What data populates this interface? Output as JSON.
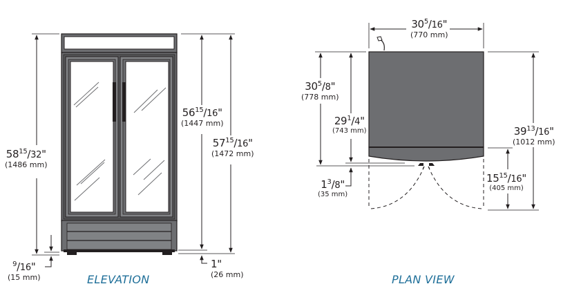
{
  "views": {
    "elevation": {
      "caption": "ELEVATION",
      "dimensions": {
        "overall_height": {
          "whole": "58",
          "num": "15",
          "den": "32",
          "mm": "(1486 mm)"
        },
        "cabinet_height": {
          "whole": "56",
          "num": "15",
          "den": "16",
          "mm": "(1447 mm)"
        },
        "height_incl_feet": {
          "whole": "57",
          "num": "15",
          "den": "16",
          "mm": "(1472 mm)"
        },
        "foot_left": {
          "whole": "",
          "num": "9",
          "den": "16",
          "mm": "(15 mm)"
        },
        "foot_right": {
          "whole": "1",
          "num": "",
          "den": "",
          "mm": "(26 mm)"
        }
      }
    },
    "plan": {
      "caption": "PLAN VIEW",
      "dimensions": {
        "width": {
          "whole": "30",
          "num": "5",
          "den": "16",
          "mm": "(770 mm)"
        },
        "depth_overall": {
          "whole": "30",
          "num": "5",
          "den": "8",
          "mm": "(778 mm)"
        },
        "depth_cabinet": {
          "whole": "29",
          "num": "1",
          "den": "4",
          "mm": "(743 mm)"
        },
        "handle_projection": {
          "whole": "1",
          "num": "3",
          "den": "8",
          "mm": "(35 mm)"
        },
        "door_swing": {
          "whole": "15",
          "num": "15",
          "den": "16",
          "mm": "(405 mm)"
        },
        "depth_door_open": {
          "whole": "39",
          "num": "13",
          "den": "16",
          "mm": "(1012 mm)"
        }
      }
    }
  },
  "colors": {
    "caption": "#1f6f99",
    "cabinet": "#6d6e71",
    "outline": "#231f20",
    "dimension_line": "#231f20"
  }
}
